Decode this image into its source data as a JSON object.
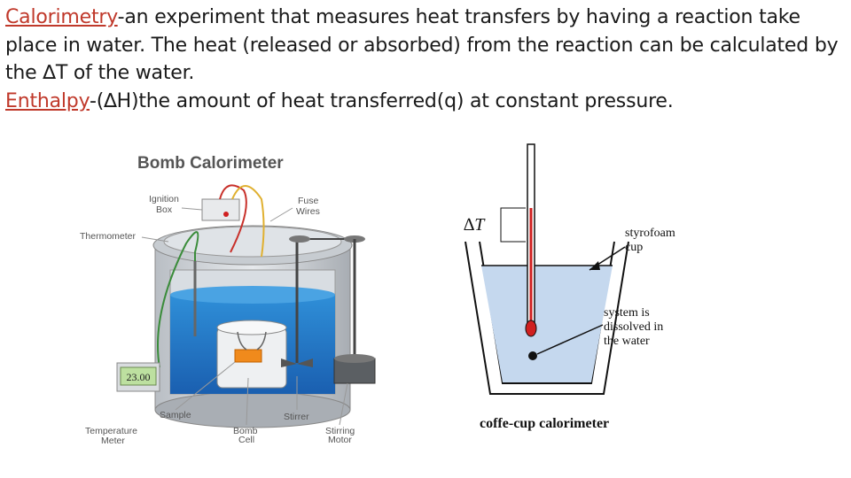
{
  "text": {
    "calorimetry_term": "Calorimetry",
    "calorimetry_def": "-an experiment that measures heat transfers by having a reaction take place in water.  The heat (released or absorbed) from the reaction can be calculated by the ∆T of the water.",
    "enthalpy_term": "Enthalpy",
    "enthalpy_def": "-(∆H)the amount of heat transferred(q) at constant pressure."
  },
  "bomb_calorimeter": {
    "title": "Bomb Calorimeter",
    "labels": {
      "ignition_box_1": "Ignition",
      "ignition_box_2": "Box",
      "fuse_wires_1": "Fuse",
      "fuse_wires_2": "Wires",
      "thermometer": "Thermometer",
      "display_value": "23.00",
      "temperature_meter_1": "Temperature",
      "temperature_meter_2": "Meter",
      "sample": "Sample",
      "bomb_cell_1": "Bomb",
      "bomb_cell_2": "Cell",
      "stirrer": "Stirrer",
      "stirring_motor_1": "Stirring",
      "stirring_motor_2": "Motor"
    }
  },
  "coffee_cup": {
    "delta_t": "∆T",
    "styrofoam_1": "styrofoam",
    "styrofoam_2": "cup",
    "system_1": "system is",
    "system_2": "dissolved in",
    "system_3": "the water",
    "caption": "coffe-cup calorimeter"
  }
}
